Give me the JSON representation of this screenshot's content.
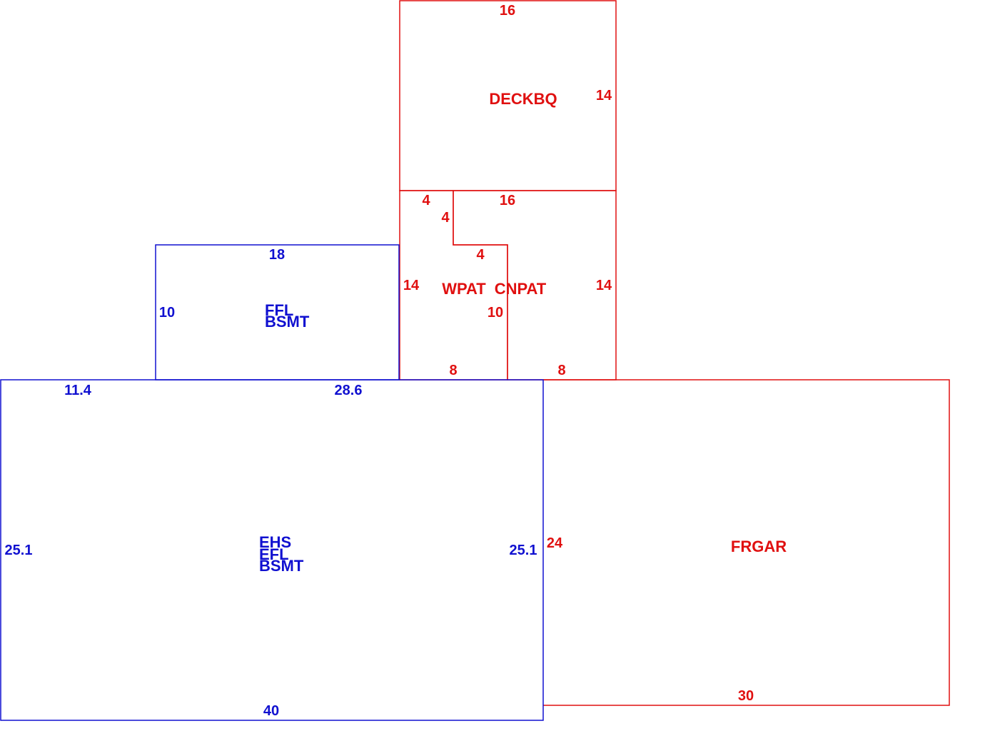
{
  "colors": {
    "living": "#1010d0",
    "other": "#e01010",
    "background": "#ffffff"
  },
  "areas": {
    "deck": {
      "label": "DECKBQ",
      "dims": {
        "top": "16",
        "right": "14"
      }
    },
    "patio": {
      "dims": {
        "top_left": "4",
        "notch_vertical": "4",
        "top_right": "16",
        "notch_horizontal": "4",
        "left": "14",
        "right": "14",
        "divider": "10",
        "bottom_left": "8",
        "bottom_right": "8"
      }
    },
    "wpat": {
      "label": "WPAT"
    },
    "cnpat": {
      "label": "CNPAT"
    },
    "addition": {
      "label_lines": [
        "FFL",
        "BSMT"
      ],
      "dims": {
        "top": "18",
        "left": "10"
      }
    },
    "main": {
      "label_lines": [
        "EHS",
        "EFL",
        "BSMT"
      ],
      "dims": {
        "top_left": "11.4",
        "top_right": "28.6",
        "left": "25.1",
        "right": "25.1",
        "bottom": "40"
      }
    },
    "garage": {
      "label": "FRGAR",
      "dims": {
        "left": "24",
        "bottom": "30"
      }
    }
  }
}
